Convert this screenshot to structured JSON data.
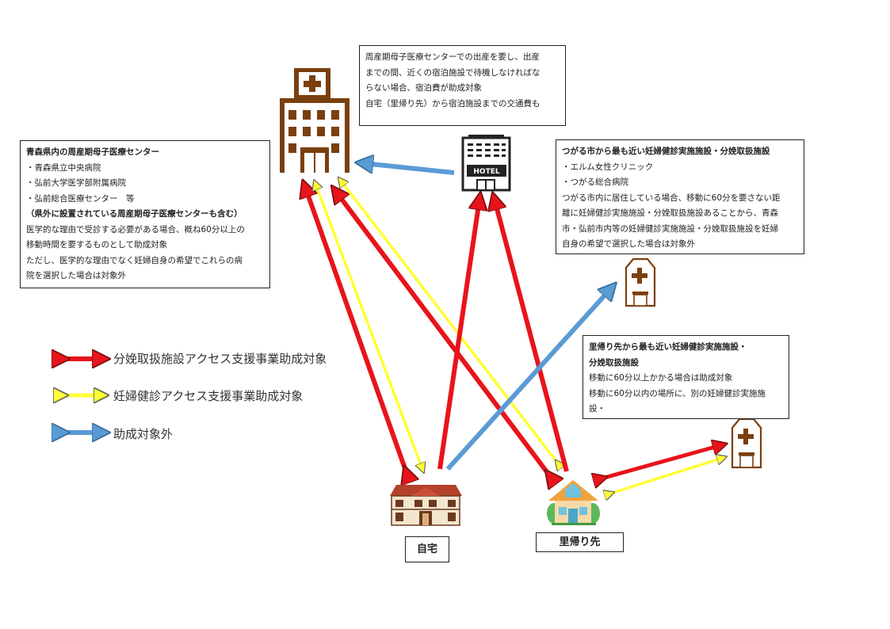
{
  "boxes": {
    "perinatal": {
      "title": "青森県内の周産期母子医療センター",
      "items": [
        "・青森県立中央病院",
        "・弘前大学医学部附属病院",
        "・弘前総合医療センター　等"
      ],
      "subtitle": "（県外に設置されている周産期母子医療センターも含む）",
      "notes": [
        "医学的な理由で受診する必要がある場合、概ね60分以上の",
        "移動時間を要するものとして助成対象",
        "ただし、医学的な理由でなく妊婦自身の希望でこれらの病",
        "院を選択した場合は対象外"
      ]
    },
    "hotel_note": {
      "lines": [
        "周産期母子医療センターでの出産を要し、出産",
        "までの間、近くの宿泊施設で待機しなければな",
        "らない場合、宿泊費が助成対象",
        "自宅（里帰り先）から宿泊施設までの交通費も"
      ]
    },
    "tsugaru": {
      "title": "つがる市から最も近い妊婦健診実施施設・分娩取扱施設",
      "items": [
        "・エルム女性クリニック",
        "・つがる総合病院"
      ],
      "notes": [
        "つがる市内に居住している場合、移動に60分を要さない距",
        "離に妊婦健診実施施設・分娩取扱施設あることから、青森",
        "市・弘前市内等の妊婦健診実施施設・分娩取扱施設を妊婦",
        "自身の希望で選択した場合は対象外"
      ]
    },
    "satogaeri": {
      "title_lines": [
        "里帰り先から最も近い妊婦健診実施施設・",
        "分娩取扱施設"
      ],
      "notes": [
        "移動に60分以上かかる場合は助成対象",
        "移動に60分以内の場所に、別の妊婦健診実施施",
        "設・"
      ]
    }
  },
  "labels": {
    "home": "自宅",
    "satogaeri": "里帰り先",
    "hotel_sign": "HOTEL"
  },
  "legend": {
    "red": "分娩取扱施設アクセス支援事業助成対象",
    "yellow": "妊婦健診アクセス支援事業助成対象",
    "blue": "助成対象外"
  },
  "colors": {
    "red": "#e8141b",
    "yellow": "#ffff33",
    "blue": "#5b9bd5",
    "building_brown": "#7a3f0e"
  },
  "icons": {
    "perinatal_center": "hospital-building-icon",
    "hotel": "hotel-building-icon",
    "clinic_tsugaru": "clinic-icon",
    "clinic_satogaeri": "clinic-icon",
    "home": "house-icon",
    "satogaeri_home": "family-house-icon"
  }
}
